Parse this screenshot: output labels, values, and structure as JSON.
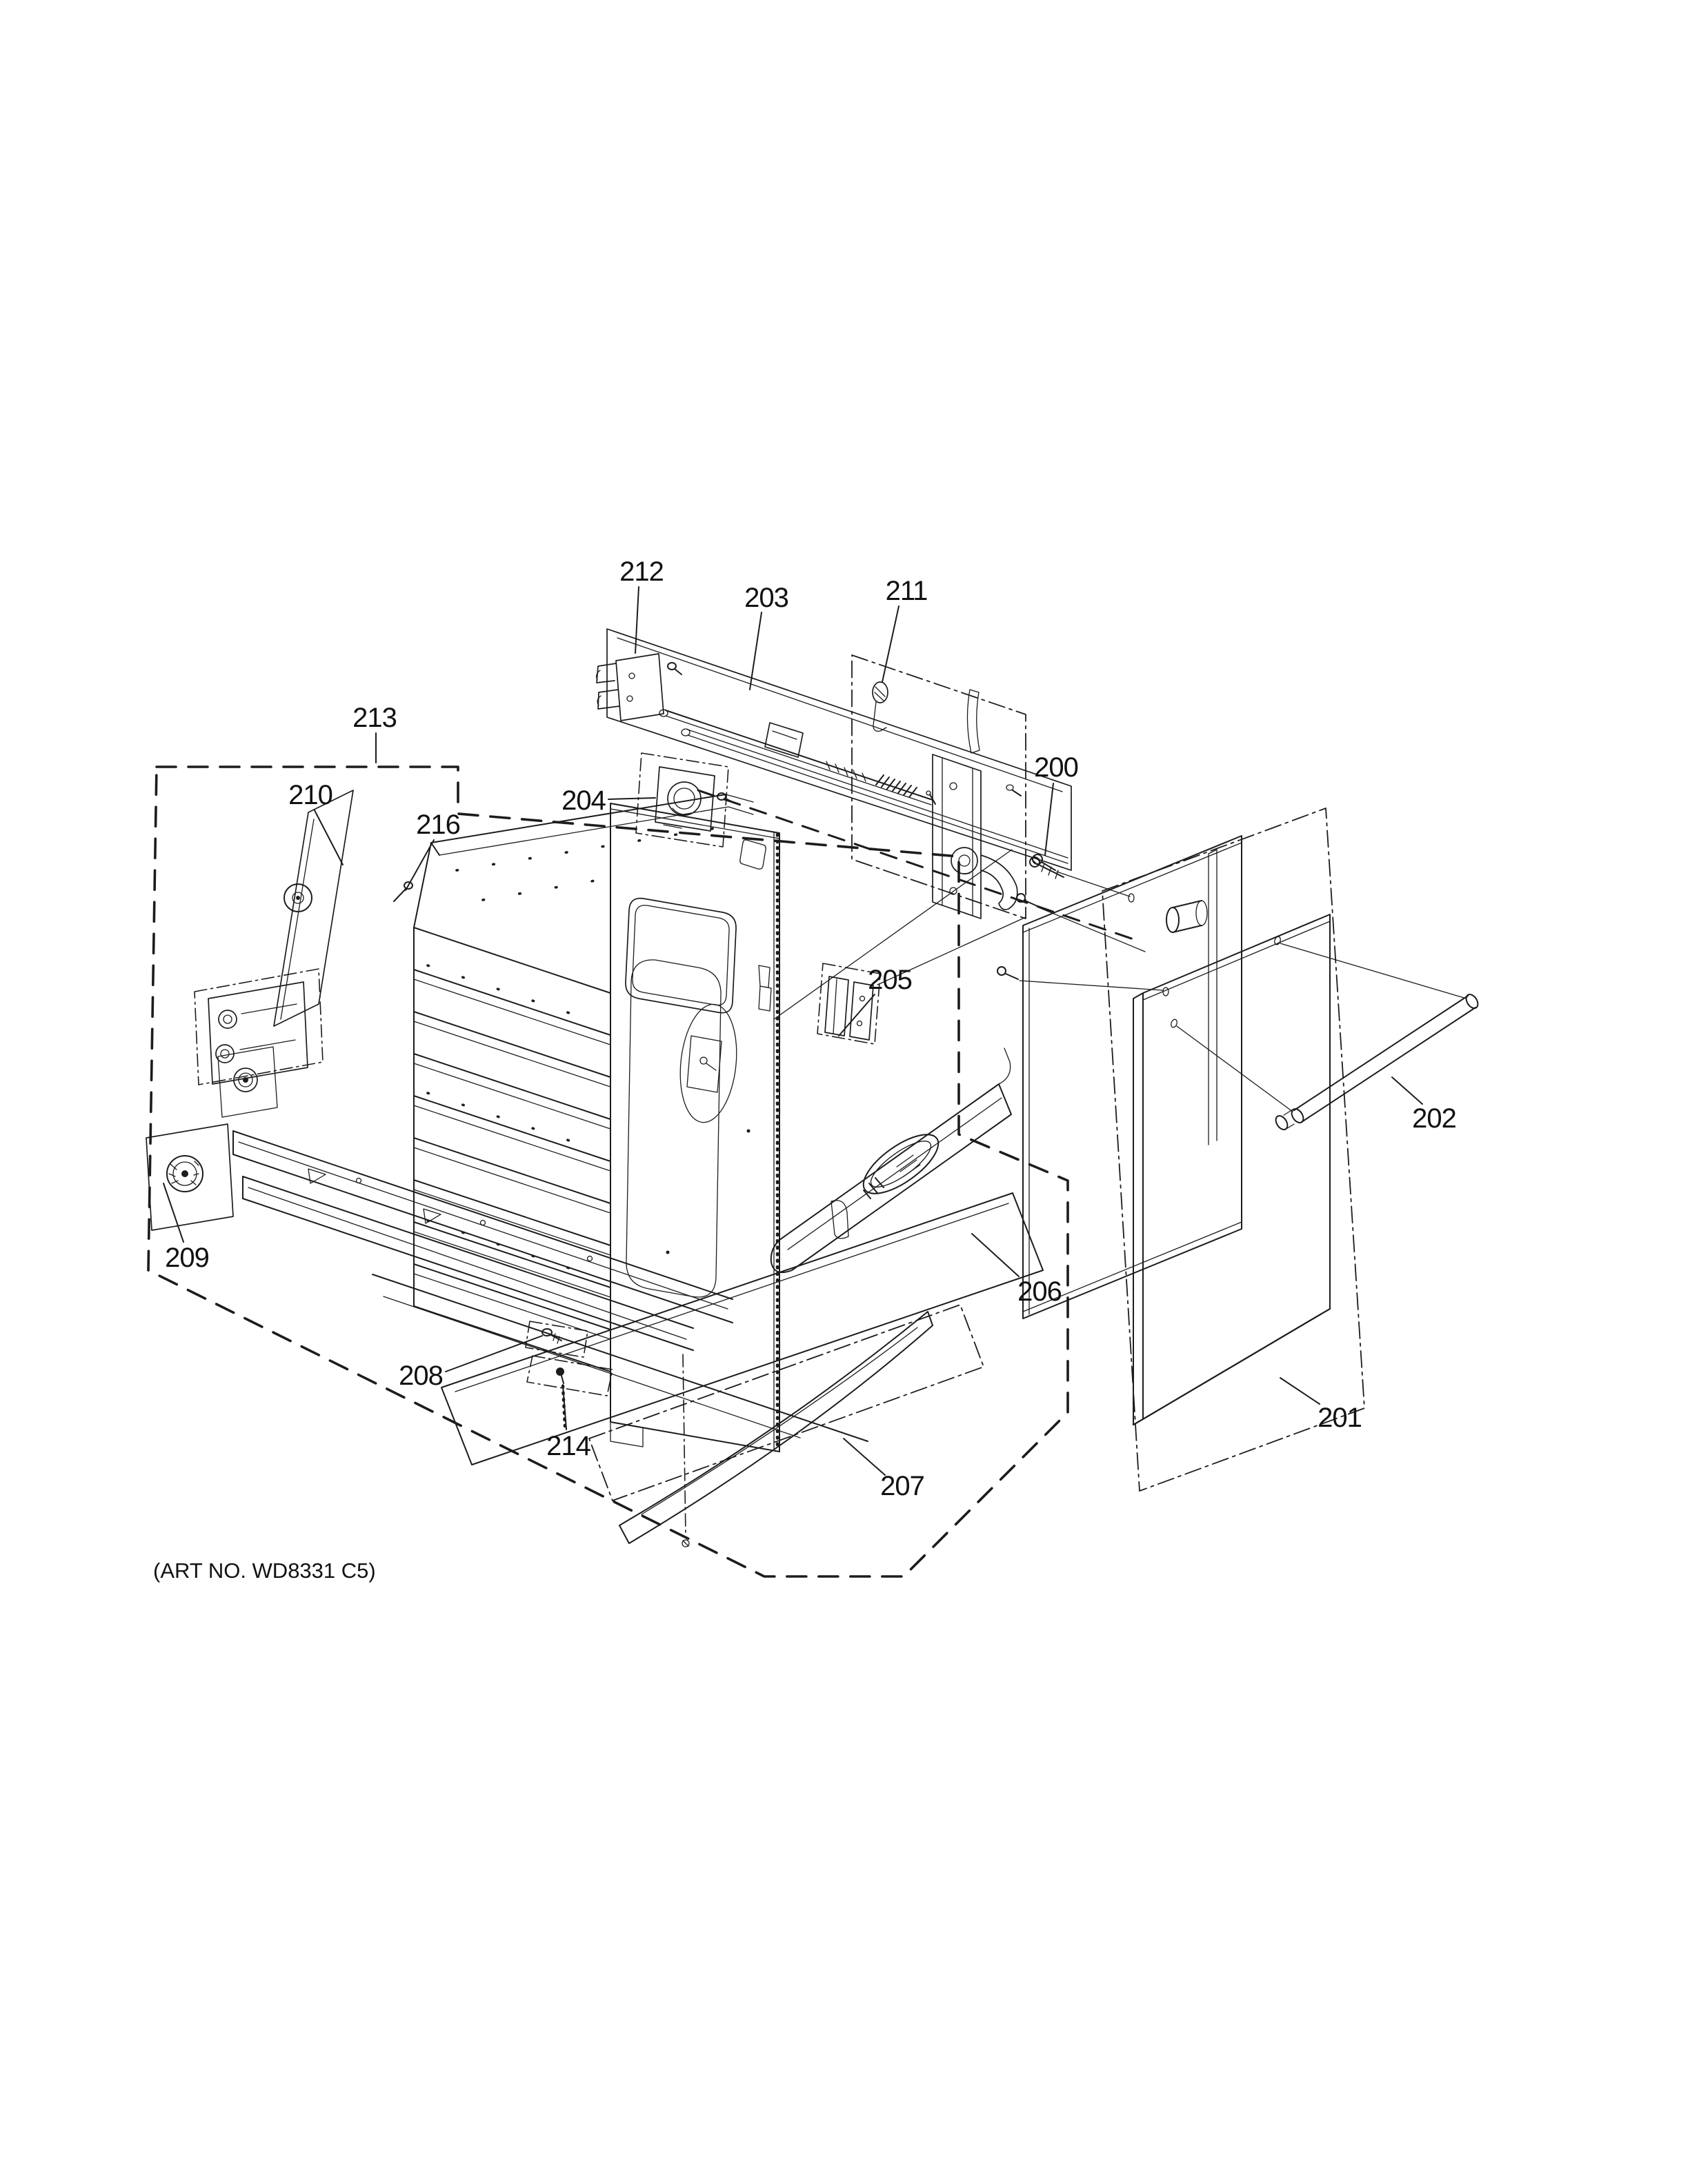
{
  "page": {
    "background": "#ffffff",
    "line_color": "#1c1c1c"
  },
  "diagram": {
    "type": "exploded-parts-diagram",
    "art_no": "(ART NO. WD8331 C5)",
    "labels": {
      "l200": "200",
      "l201": "201",
      "l202": "202",
      "l203": "203",
      "l204": "204",
      "l205": "205",
      "l206": "206",
      "l207": "207",
      "l208": "208",
      "l209": "209",
      "l210": "210",
      "l211": "211",
      "l212": "212",
      "l213": "213",
      "l214": "214",
      "l216": "216"
    }
  }
}
